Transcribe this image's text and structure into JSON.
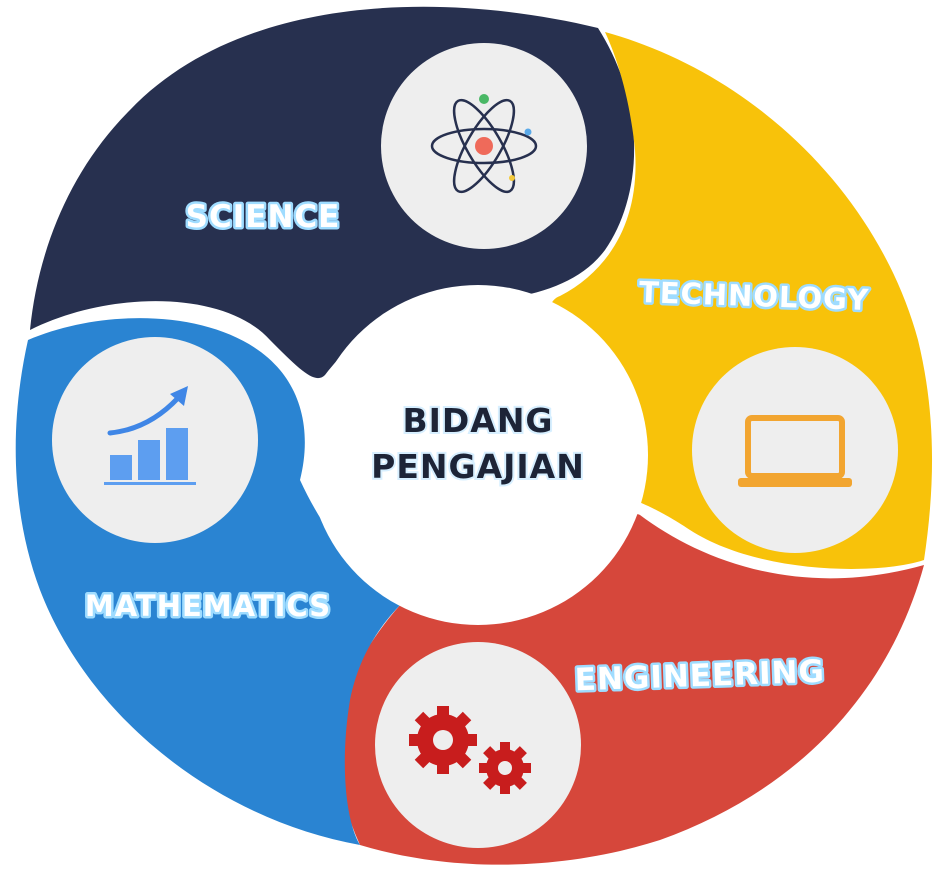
{
  "center": {
    "line1": "BIDANG",
    "line2": "PENGAJIAN"
  },
  "segments": [
    {
      "key": "science",
      "label": "SCIENCE",
      "color": "#27304f",
      "icon": "atom-icon"
    },
    {
      "key": "technology",
      "label": "TECHNOLOGY",
      "color": "#f8c20a",
      "icon": "laptop-icon"
    },
    {
      "key": "engineering",
      "label": "ENGINEERING",
      "color": "#d6473b",
      "icon": "gears-icon"
    },
    {
      "key": "mathematics",
      "label": "MATHEMATICS",
      "color": "#2a84d2",
      "icon": "growth-chart-icon"
    }
  ],
  "icon_circle_color": "#eeeeee",
  "center_color": "#ffffff"
}
